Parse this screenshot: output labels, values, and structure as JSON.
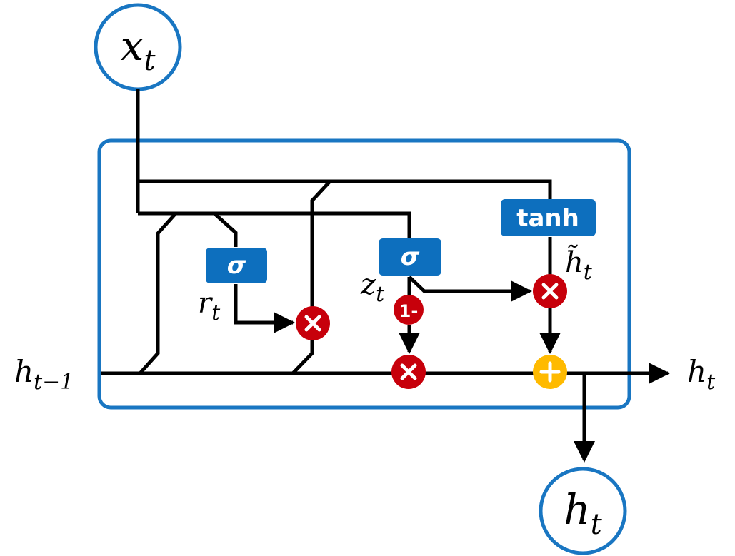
{
  "colors": {
    "cell_border": "#1976c2",
    "gate_fill": "#0d6fbe",
    "multiply_op": "#c7000b",
    "add_op": "#ffba00",
    "wire": "#000000",
    "background": "#ffffff"
  },
  "labels": {
    "input_x": "x",
    "input_x_sub": "t",
    "output_h": "h",
    "output_h_sub": "t",
    "hidden_prev": "h",
    "hidden_prev_sub": "t−1",
    "hidden_out": "h",
    "hidden_out_sub": "t",
    "reset": "r",
    "reset_sub": "t",
    "update": "z",
    "update_sub": "t",
    "candidate": "h̃",
    "candidate_sub": "t"
  },
  "gates": {
    "reset_gate": "σ",
    "update_gate": "σ",
    "candidate_gate": "tanh"
  },
  "ops": {
    "one_minus": "1-",
    "multiply_icon": "multiply-icon",
    "add_icon": "plus-icon"
  }
}
